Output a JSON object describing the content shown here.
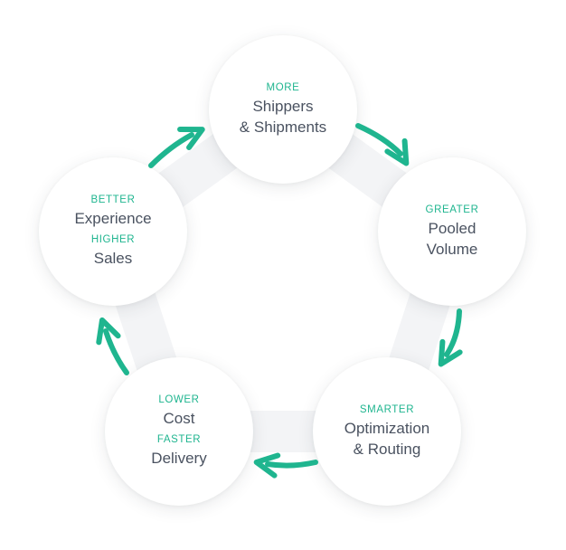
{
  "colors": {
    "accent": "#1fb58f",
    "text": "#4a5260",
    "ring": "#f3f4f6"
  },
  "nodes": [
    {
      "id": "shippers",
      "blocks": [
        {
          "kicker": "MORE",
          "lines": [
            "Shippers",
            "& Shipments"
          ]
        }
      ]
    },
    {
      "id": "volume",
      "blocks": [
        {
          "kicker": "GREATER",
          "lines": [
            "Pooled",
            "Volume"
          ]
        }
      ]
    },
    {
      "id": "optimization",
      "blocks": [
        {
          "kicker": "SMARTER",
          "lines": [
            "Optimization",
            "& Routing"
          ]
        }
      ]
    },
    {
      "id": "cost",
      "blocks": [
        {
          "kicker": "LOWER",
          "lines": [
            "Cost"
          ]
        },
        {
          "kicker": "FASTER",
          "lines": [
            "Delivery"
          ]
        }
      ]
    },
    {
      "id": "experience",
      "blocks": [
        {
          "kicker": "BETTER",
          "lines": [
            "Experience"
          ]
        },
        {
          "kicker": "HIGHER",
          "lines": [
            "Sales"
          ]
        }
      ]
    }
  ],
  "arrows": [
    {
      "from": "shippers",
      "to": "volume",
      "icon": "curved-arrow-icon"
    },
    {
      "from": "volume",
      "to": "optimization",
      "icon": "curved-arrow-icon"
    },
    {
      "from": "optimization",
      "to": "cost",
      "icon": "curved-arrow-icon"
    },
    {
      "from": "cost",
      "to": "experience",
      "icon": "curved-arrow-icon"
    },
    {
      "from": "experience",
      "to": "shippers",
      "icon": "curved-arrow-icon"
    }
  ]
}
